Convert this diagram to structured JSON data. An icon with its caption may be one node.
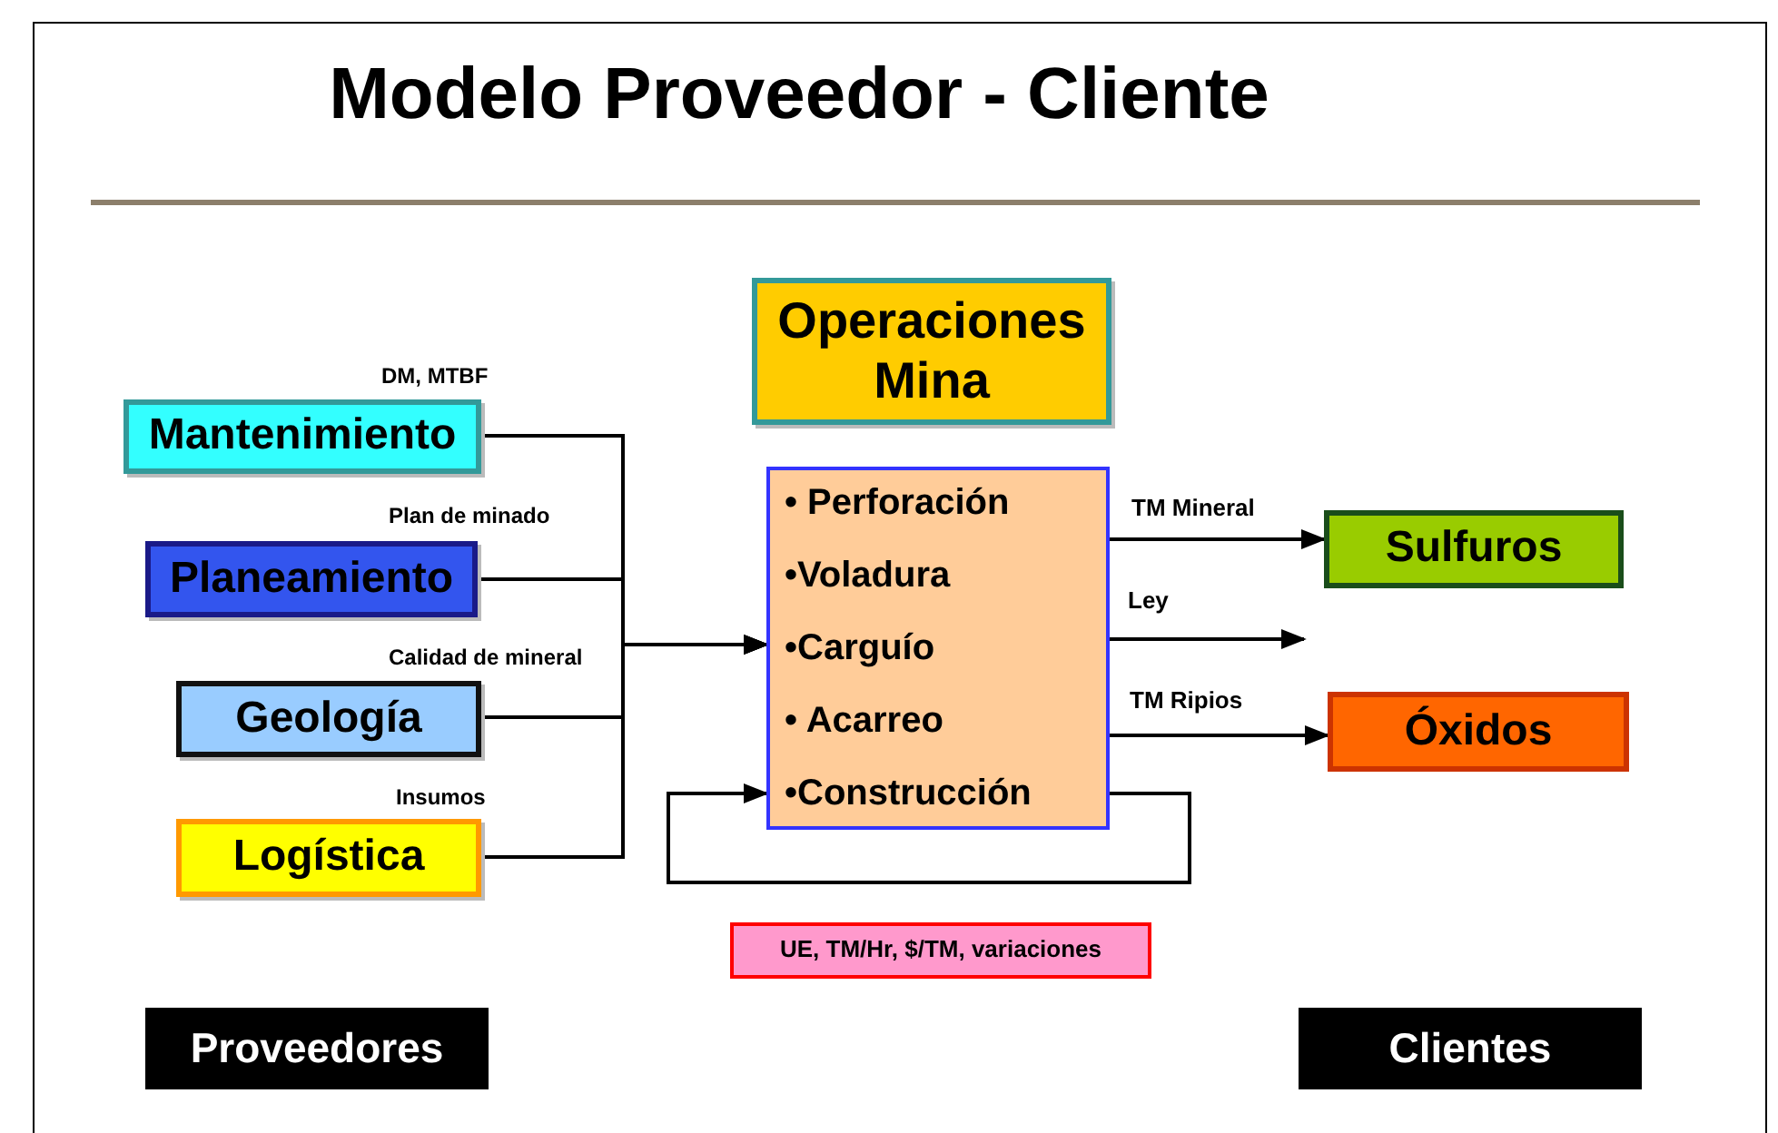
{
  "diagram": {
    "title": "Modelo Proveedor - Cliente",
    "nodes": [
      {
        "text": [
          "Mantenimiento"
        ],
        "beside": [
          "DM, MTBF"
        ]
      },
      {
        "text": [
          "Planeamiento"
        ],
        "beside": [
          "Plan de minado"
        ]
      },
      {
        "text": [
          "Geología"
        ],
        "beside": [
          "Calidad de mineral"
        ]
      },
      {
        "text": [
          "Logística"
        ],
        "beside": [
          "Insumos"
        ]
      },
      {
        "text": [
          "Operaciones Mina"
        ]
      },
      {
        "text": [
          "• Perforación",
          "•Voladura",
          "•Carguío",
          "• Acarreo",
          "•Construcción"
        ]
      },
      {
        "text": [
          "Sulfuros"
        ]
      },
      {
        "text": [
          "Óxidos"
        ]
      },
      {
        "text": [
          "UE, TM/Hr, $/TM, variaciones"
        ]
      },
      {
        "text": [
          "Proveedores"
        ]
      },
      {
        "text": [
          "Clientes"
        ]
      }
    ],
    "edges": [
      {
        "from": 0,
        "to": 5,
        "arrow": "to"
      },
      {
        "from": 1,
        "to": 5,
        "arrow": "to"
      },
      {
        "from": 2,
        "to": 5,
        "arrow": "to"
      },
      {
        "from": 3,
        "to": 5,
        "arrow": "to"
      },
      {
        "from": 5,
        "to": 6,
        "arrow": "to",
        "label": "TM Mineral"
      },
      {
        "from": 5,
        "to": null,
        "arrow": "to",
        "label": "Ley"
      },
      {
        "from": 5,
        "to": 7,
        "arrow": "to",
        "label": "TM Ripios"
      },
      {
        "from": 5,
        "to": 5,
        "arrow": "to"
      }
    ]
  }
}
